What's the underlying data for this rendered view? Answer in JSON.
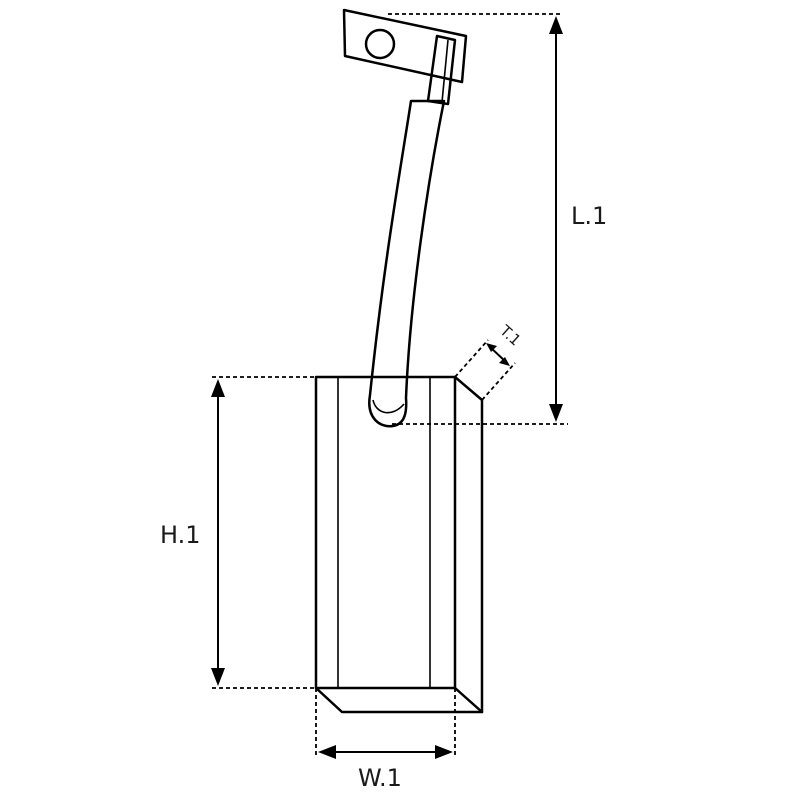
{
  "diagram": {
    "labels": {
      "length": "L.1",
      "height": "H.1",
      "width": "W.1",
      "thickness": "T.1"
    },
    "colors": {
      "stroke": "#000000",
      "background": "#ffffff"
    }
  }
}
